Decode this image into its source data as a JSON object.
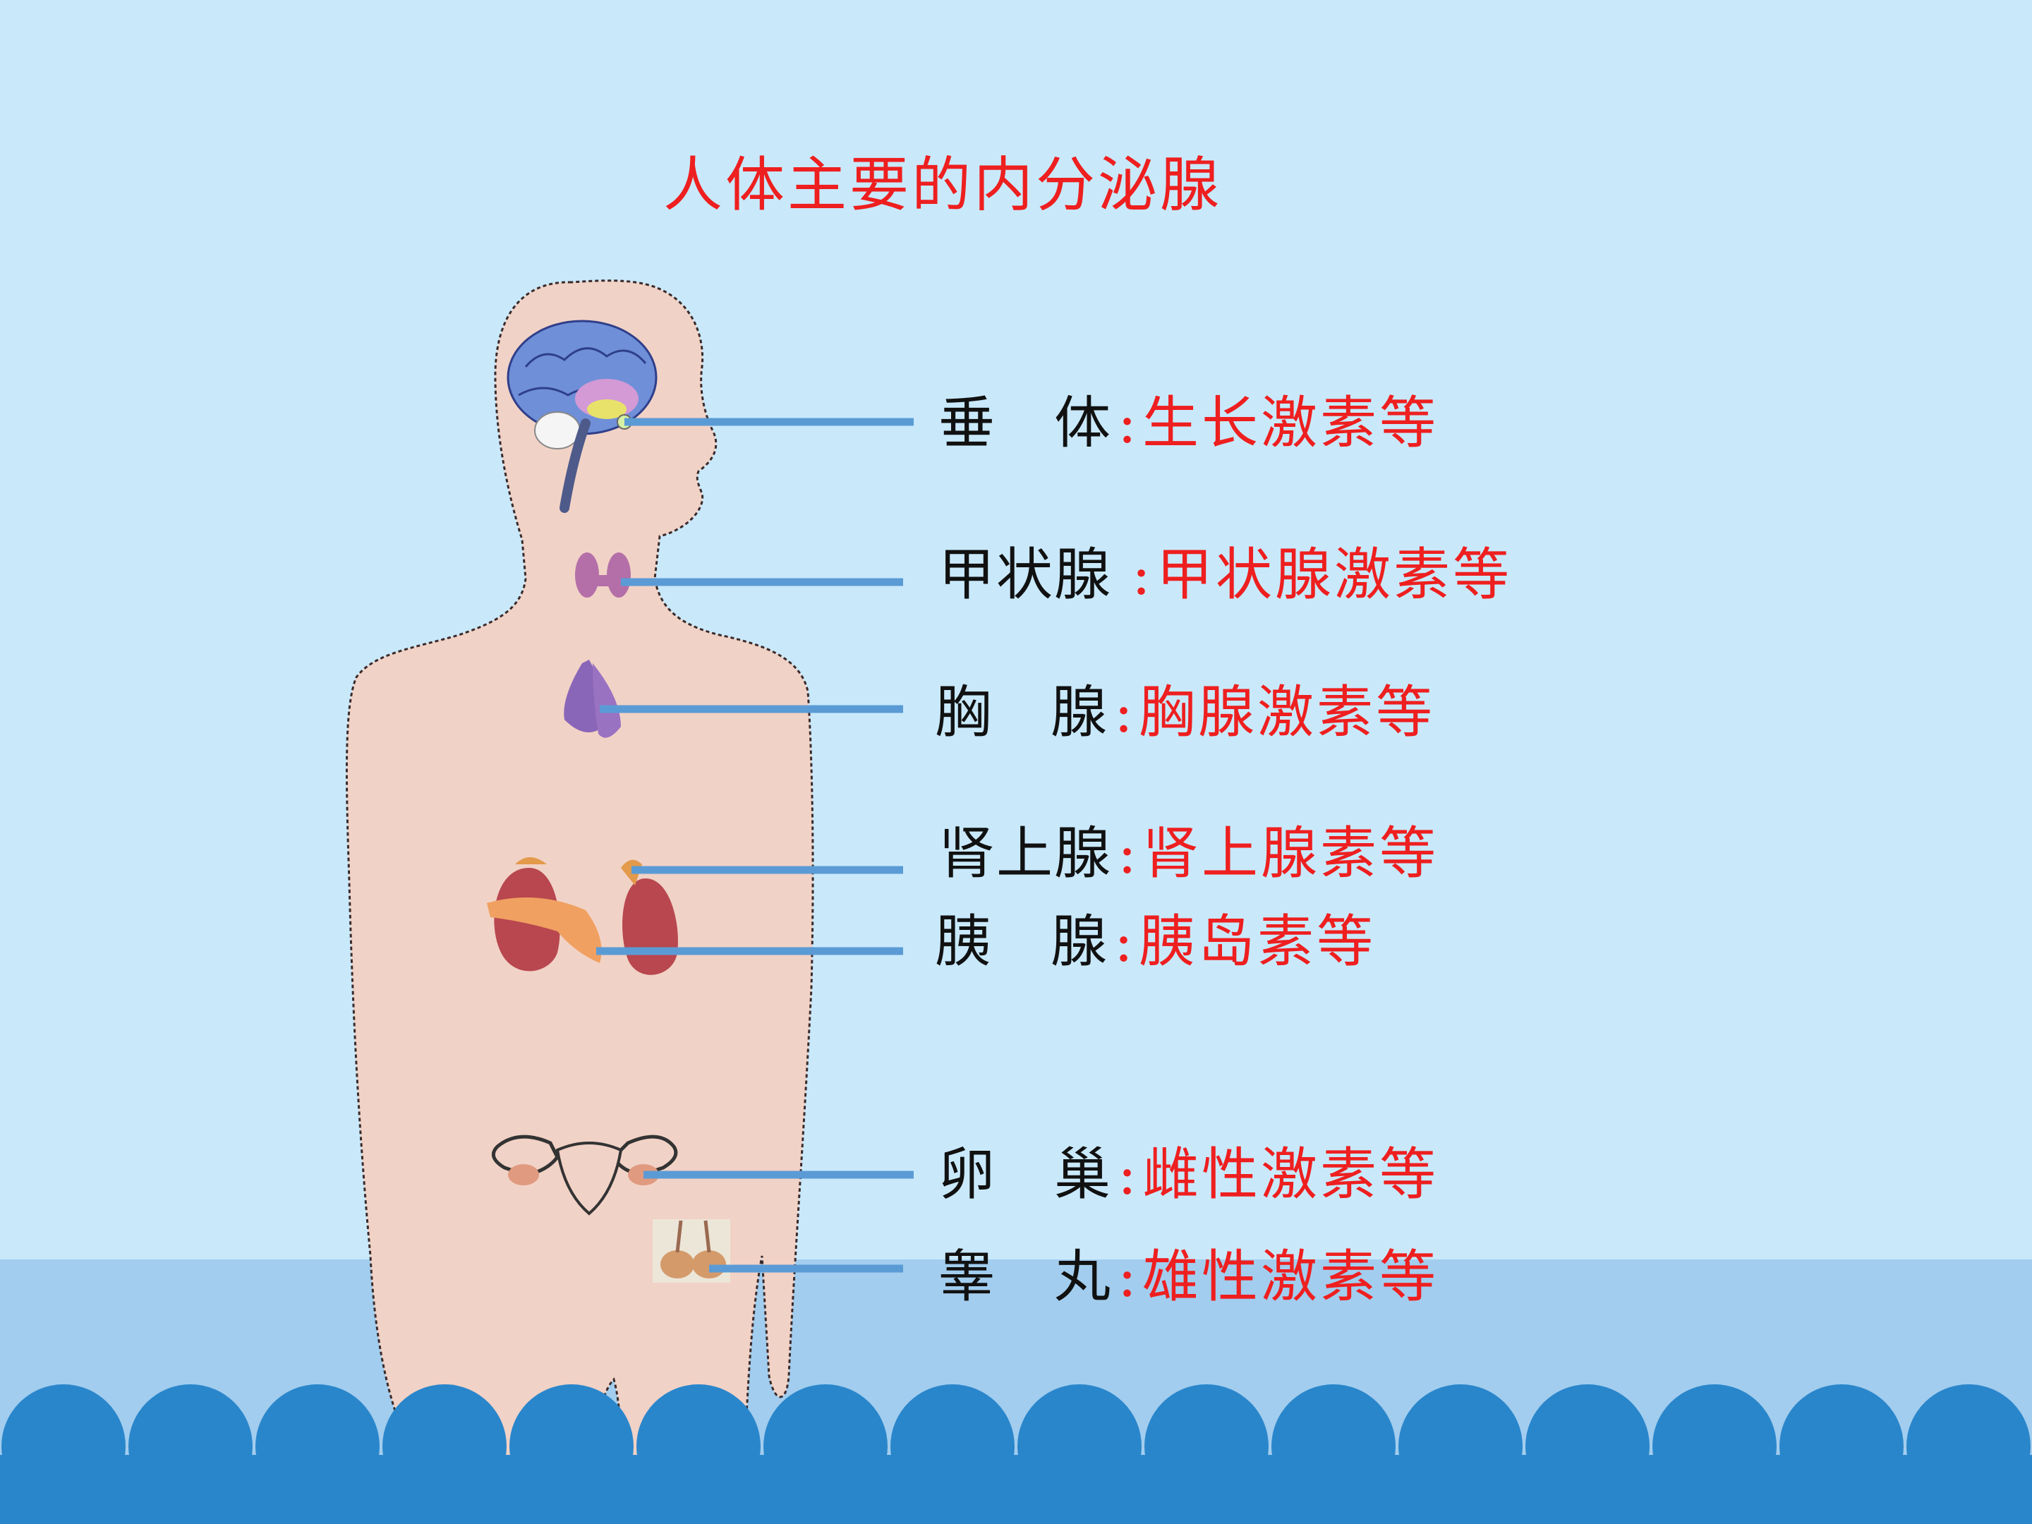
{
  "title": "人体主要的内分泌腺",
  "separator": ":",
  "glands": [
    {
      "name": "垂　体",
      "hormone": "生长激素等"
    },
    {
      "name": "甲状腺",
      "hormone": "甲状腺激素等"
    },
    {
      "name": "胸　腺",
      "hormone": "胸腺激素等"
    },
    {
      "name": "肾上腺",
      "hormone": "肾上腺素等"
    },
    {
      "name": "胰　腺",
      "hormone": "胰岛素等"
    },
    {
      "name": "卵　巢",
      "hormone": "雌性激素等"
    },
    {
      "name": "睾　丸",
      "hormone": "雄性激素等"
    }
  ],
  "colors": {
    "background": "#c9e9fb",
    "water": "#a2cdee",
    "waves": "#2a86cb",
    "pointer_lines": "#5b9bd5",
    "skin": "#f1d2c6",
    "label_text": "#111111",
    "hormone_text": "#ee1f1f"
  }
}
